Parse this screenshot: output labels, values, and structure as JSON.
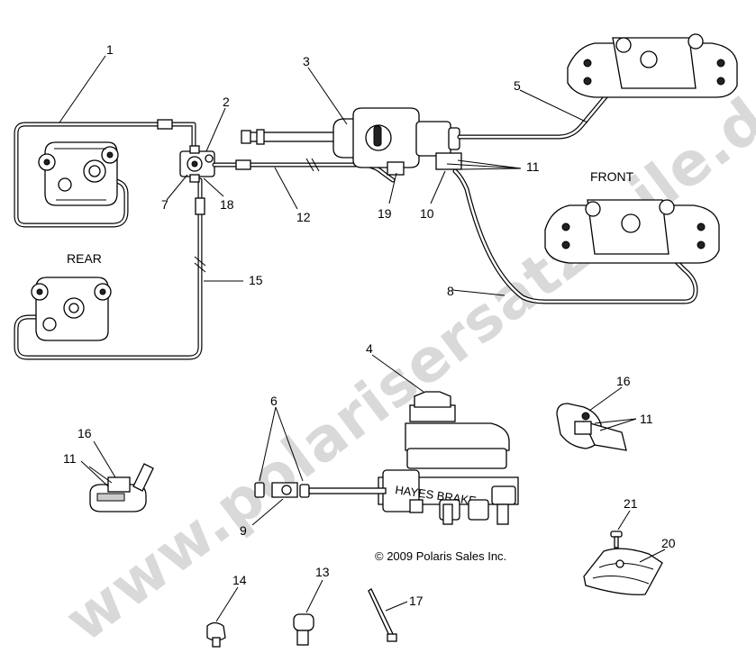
{
  "labels": {
    "l1": "1",
    "l2": "2",
    "l3": "3",
    "l4": "4",
    "l5": "5",
    "l6": "6",
    "l7": "7",
    "l8": "8",
    "l9": "9",
    "l10": "10",
    "l11a": "11",
    "l11b": "11",
    "l11c": "11",
    "l12": "12",
    "l13": "13",
    "l14": "14",
    "l15": "15",
    "l16a": "16",
    "l16b": "16",
    "l17": "17",
    "l18": "18",
    "l19": "19",
    "l20": "20",
    "l21": "21"
  },
  "captions": {
    "rear": "REAR",
    "front": "FRONT"
  },
  "copyright": "© 2009 Polaris Sales Inc.",
  "watermark": "www.polarisersatzteile.de",
  "master_cylinder_text": "HAYES BRAKE"
}
